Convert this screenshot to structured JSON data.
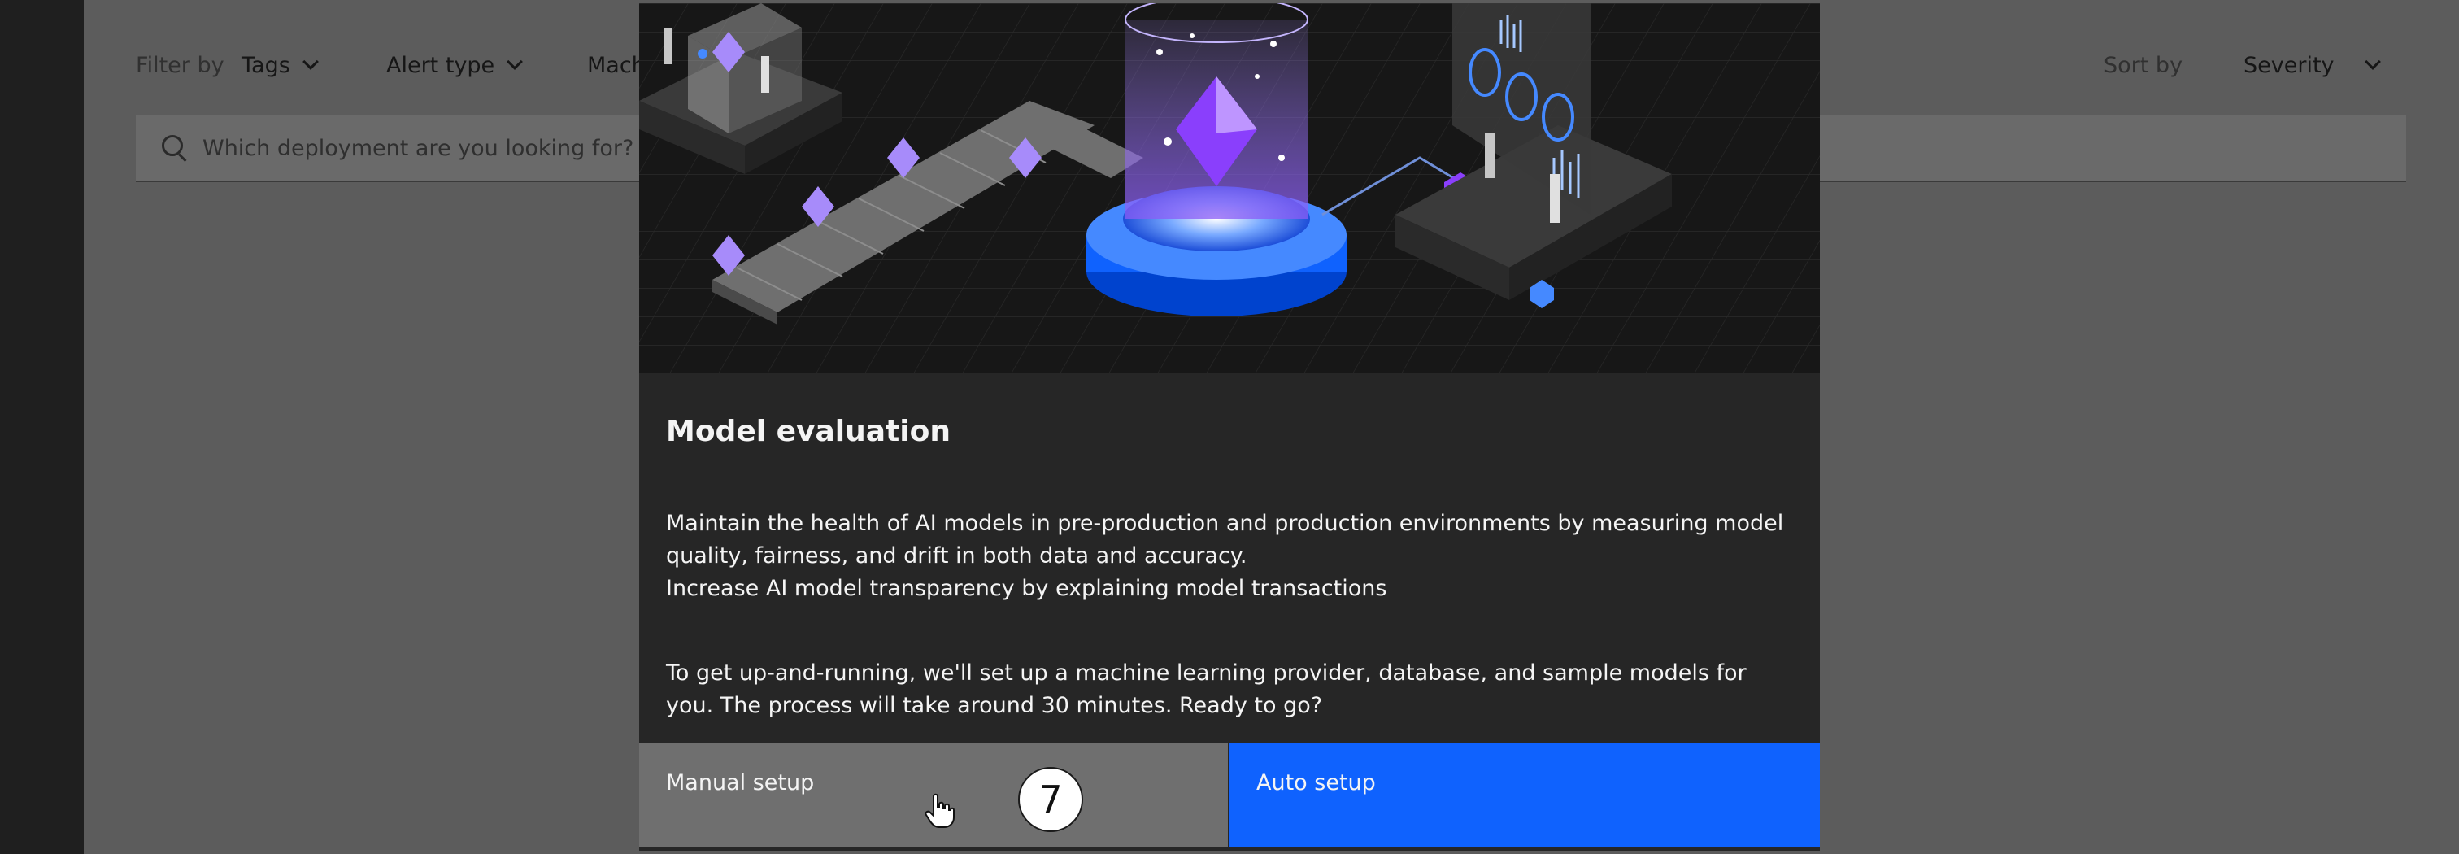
{
  "filter_bar": {
    "filter_by_label": "Filter by",
    "tags_label": "Tags",
    "alert_type_label": "Alert type",
    "machine_label_partial": "Mach",
    "sort_by_label": "Sort by",
    "severity_label": "Severity"
  },
  "search": {
    "placeholder": "Which deployment are you looking for?"
  },
  "modal": {
    "title": "Model evaluation",
    "paragraph_1": "Maintain the health of AI models in pre-production and production environments by measuring model quality, fairness, and drift in both data and accuracy.",
    "paragraph_2": "Increase AI model transparency by explaining model transactions",
    "paragraph_3": "To get up-and-running, we'll set up a machine learning provider, database, and sample models for you. The process will take around 30 minutes. Ready to go?",
    "manual_setup_label": "Manual setup",
    "auto_setup_label": "Auto setup"
  },
  "annotation": {
    "step_number": "7"
  },
  "colors": {
    "primary_button": "#0f62fe",
    "secondary_button": "#6f6f6f",
    "modal_background": "#262626",
    "overlay": "#5c5c5c"
  }
}
